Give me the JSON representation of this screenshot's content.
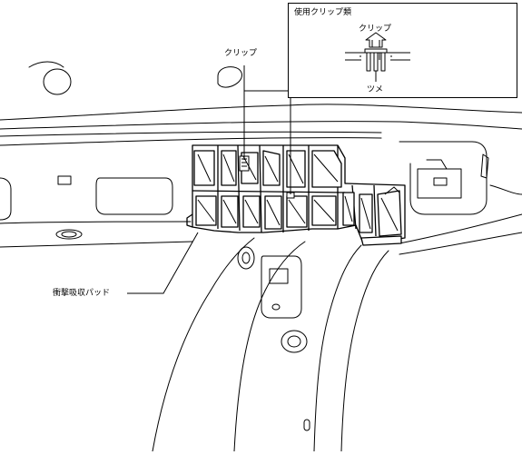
{
  "labels": {
    "clip": "クリップ",
    "pad": "衝撃吸収パッド"
  },
  "inset": {
    "title": "使用クリップ類",
    "clip": "クリップ",
    "claw": "ツメ"
  },
  "colors": {
    "line": "#000000",
    "background": "#ffffff"
  }
}
